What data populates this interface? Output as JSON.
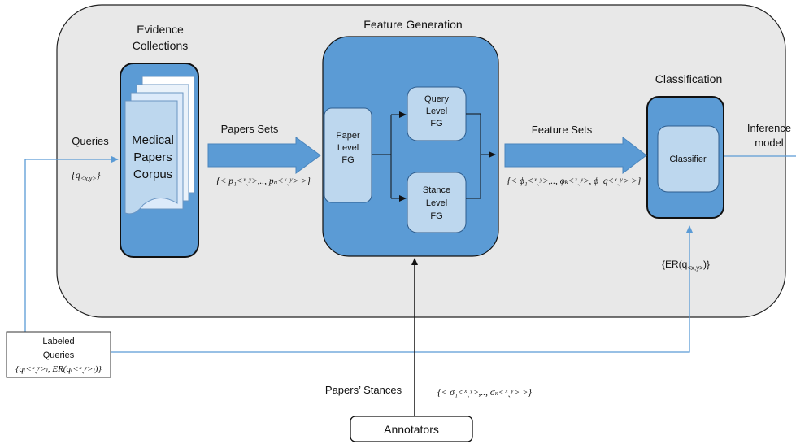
{
  "sections": {
    "evidence_title_line1": "Evidence",
    "evidence_title_line2": "Collections",
    "feature_generation_title": "Feature Generation",
    "classification_title": "Classification"
  },
  "corpus": {
    "line1": "Medical",
    "line2": "Papers",
    "line3": "Corpus"
  },
  "fg_boxes": {
    "paper_line1": "Paper",
    "paper_line2": "Level",
    "paper_line3": "FG",
    "query_line1": "Query",
    "query_line2": "Level",
    "query_line3": "FG",
    "stance_line1": "Stance",
    "stance_line2": "Level",
    "stance_line3": "FG"
  },
  "classifier": {
    "label": "Classifier"
  },
  "flow_labels": {
    "queries": "Queries",
    "queries_set": "{q",
    "queries_set_sub": "<x,y>",
    "queries_set_close": "}",
    "papers_sets": "Papers Sets",
    "papers_formula": "{< p₁˂ˣˎʸ˃,.., pₙ˂ˣˎʸ˃ >}",
    "feature_sets": "Feature Sets",
    "feature_formula": "{< ϕ₁˂ˣˎʸ˃,.., ϕₖ˂ˣˎʸ˃, ϕ_q˂ˣˎʸ˃ >}",
    "inference_line1": "Inference",
    "inference_line2": "model",
    "er_label": "{ER(q",
    "er_sub": "<x,y>",
    "er_close": ")}",
    "papers_stances": "Papers’ Stances",
    "stances_formula": "{< σ₁˂ˣˎʸ˃,.., σₙ˂ˣˎʸ˃ >}"
  },
  "labeled_queries": {
    "line1": "Labeled",
    "line2": "Queries",
    "line3": "{q₍˂ˣˎʸ˃₎, ER(q₍˂ˣˎʸ˃₎)}"
  },
  "annotators": {
    "label": "Annotators"
  },
  "colors": {
    "panel_fill": "#e8e8e8",
    "block_blue": "#5b9bd5",
    "light_blue": "#bdd7ee",
    "connector_blue": "#5b9bd5",
    "arrow_fill": "#5b9bd5"
  }
}
